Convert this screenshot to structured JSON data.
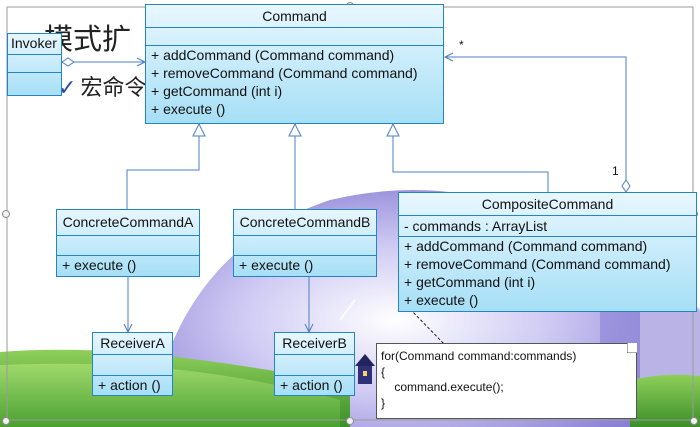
{
  "slide": {
    "title": "模式扩",
    "bullet": "宏命令",
    "bullet_icon": "check-icon"
  },
  "classes": {
    "invoker": {
      "name": "Invoker"
    },
    "command": {
      "name": "Command",
      "operations": [
        "+  addCommand (Command command)",
        "+  removeCommand (Command command)",
        "+  getCommand (int i)",
        "+  execute ()"
      ]
    },
    "concrete_a": {
      "name": "ConcreteCommandA",
      "operations": [
        "+  execute ()"
      ]
    },
    "concrete_b": {
      "name": "ConcreteCommandB",
      "operations": [
        "+  execute ()"
      ]
    },
    "composite": {
      "name": "CompositeCommand",
      "attributes": [
        "-  commands  : ArrayList"
      ],
      "operations": [
        "+  addCommand (Command command)",
        "+  removeCommand (Command command)",
        "+  getCommand (int i)",
        "+  execute ()"
      ]
    },
    "receiver_a": {
      "name": "ReceiverA",
      "operations": [
        "+  action ()"
      ]
    },
    "receiver_b": {
      "name": "ReceiverB",
      "operations": [
        "+  action ()"
      ]
    }
  },
  "multiplicities": {
    "many": "*",
    "one": "1"
  },
  "note": {
    "lines": [
      "for(Command command:commands)",
      "{",
      "    command.execute();",
      "}"
    ]
  },
  "colors": {
    "class_border": "#2585c4",
    "class_fill_top": "#e8f7ff",
    "class_fill_bottom": "#a6dff6",
    "connector": "#4a7fc4"
  }
}
